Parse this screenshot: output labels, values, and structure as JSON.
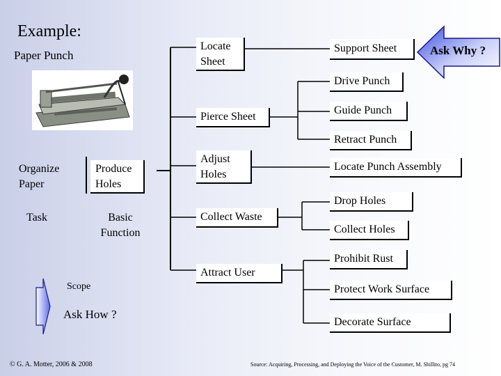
{
  "title": "Example:",
  "subtitle": "Paper  Punch",
  "left": {
    "organize": "Organize Paper",
    "produce": "Produce Holes",
    "task": "Task",
    "basic": "Basic Function",
    "scope": "Scope",
    "ask_how": "Ask How ?"
  },
  "mid": {
    "locate_sheet": "Locate Sheet",
    "pierce_sheet": "Pierce Sheet",
    "adjust_holes": "Adjust Holes",
    "collect_waste": "Collect Waste",
    "attract_user": "Attract User"
  },
  "right": {
    "support_sheet": "Support Sheet",
    "drive_punch": "Drive Punch",
    "guide_punch": "Guide Punch",
    "retract_punch": "Retract Punch",
    "locate_punch_assembly": "Locate Punch Assembly",
    "drop_holes": "Drop Holes",
    "collect_holes": "Collect Holes",
    "prohibit_rust": "Prohibit Rust",
    "protect_work_surface": "Protect Work Surface",
    "decorate_surface": "Decorate Surface"
  },
  "ask_why": "Ask Why ?",
  "footer": {
    "copyright": "© G. A. Motter, 2006 & 2008",
    "source": "Source:  Acquiring, Processing, and Deploying the Voice of the Customer, M. Shillito, pg 74"
  }
}
